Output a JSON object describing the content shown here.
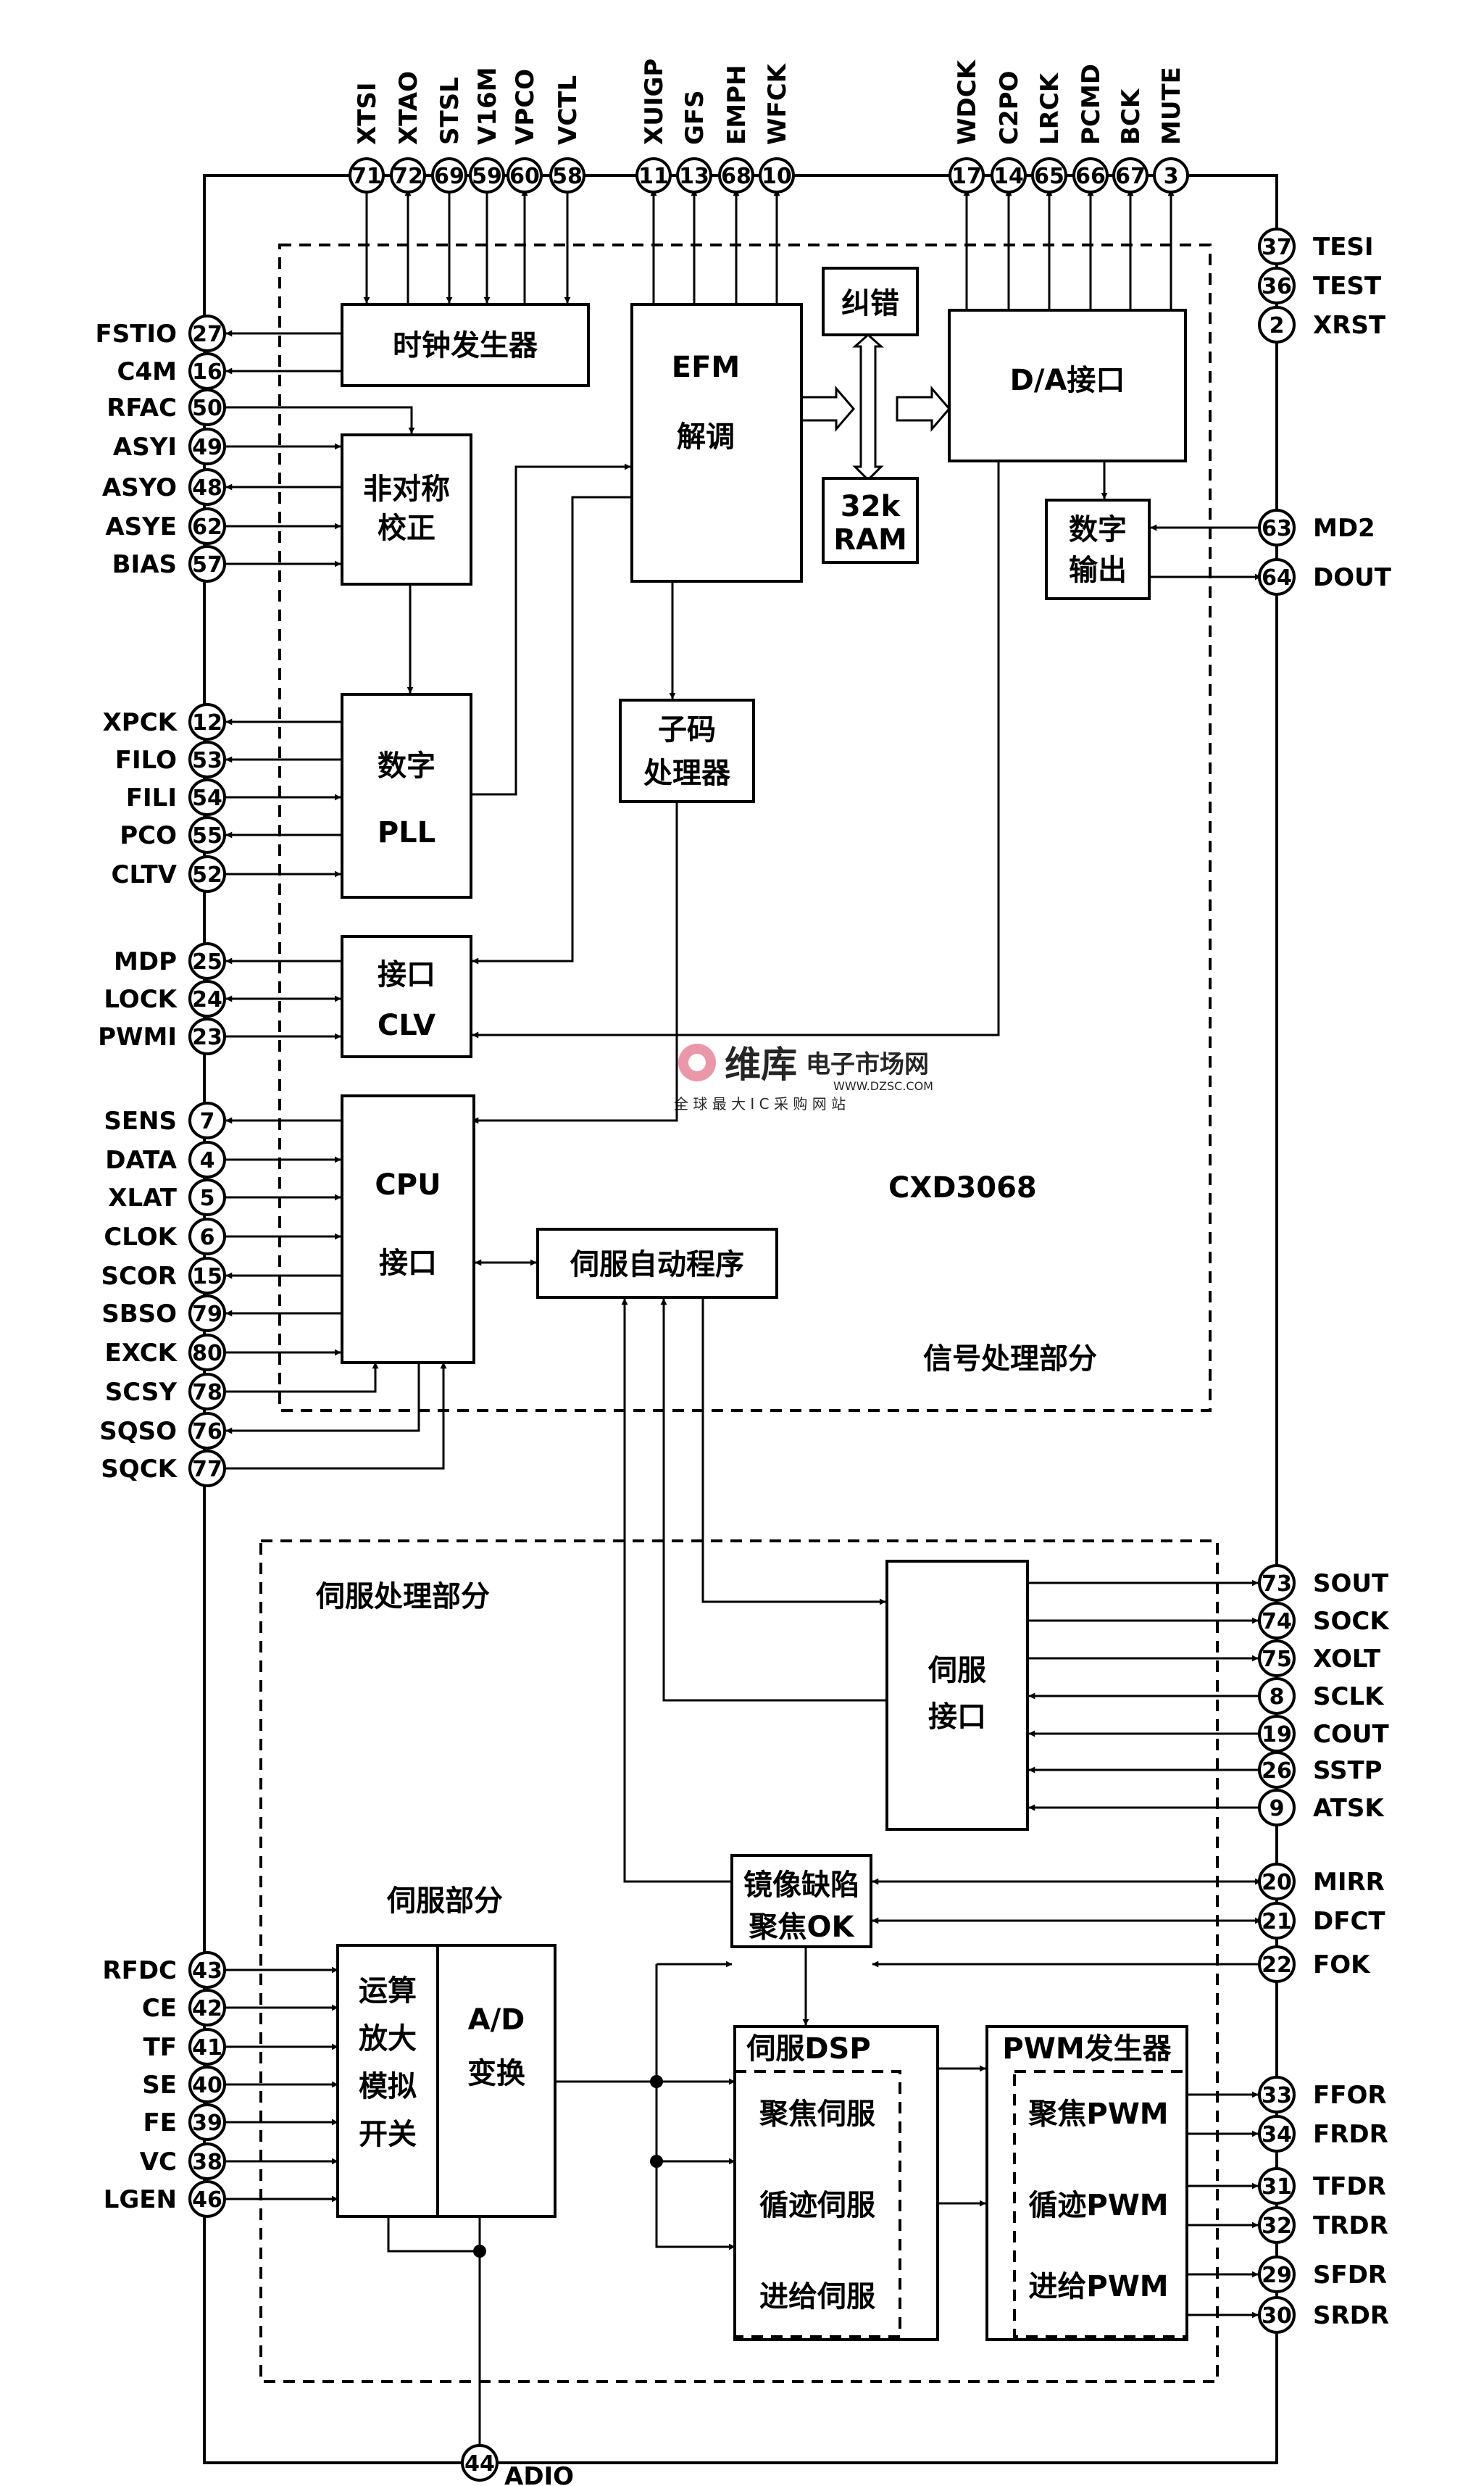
{
  "chip_name": "CXD3068",
  "sections": {
    "signal": "信号处理部分",
    "servo_processing": "伺服处理部分",
    "servo_part": "伺服部分"
  },
  "blocks": {
    "clock_gen": [
      "时钟发生器"
    ],
    "asym": [
      "非对称",
      "校正"
    ],
    "efm": [
      "EFM",
      "解调"
    ],
    "ecc": [
      "纠错"
    ],
    "ram": [
      "32k",
      "RAM"
    ],
    "da_if": [
      "D/A接口"
    ],
    "digital_out": [
      "数字",
      "输出"
    ],
    "pll": [
      "数字",
      "PLL"
    ],
    "subcode": [
      "子码",
      "处理器"
    ],
    "clv_if": [
      "接口",
      "CLV"
    ],
    "cpu_if": [
      "CPU",
      "接口"
    ],
    "servo_auto": [
      "伺服自动程序"
    ],
    "servo_if": [
      "伺服",
      "接口"
    ],
    "mirror": [
      "镜像缺陷",
      "聚焦OK"
    ],
    "opamp": [
      "运算",
      "放大",
      "模拟",
      "开关"
    ],
    "adc": [
      "A/D",
      "变换"
    ],
    "servo_dsp": [
      "伺服DSP"
    ],
    "focus_servo": [
      "聚焦伺服"
    ],
    "track_servo": [
      "循迹伺服"
    ],
    "feed_servo": [
      "进给伺服"
    ],
    "pwm_gen": [
      "PWM发生器"
    ],
    "focus_pwm": [
      "聚焦PWM"
    ],
    "track_pwm": [
      "循迹PWM"
    ],
    "feed_pwm": [
      "进给PWM"
    ]
  },
  "pins_top": [
    {
      "num": "71",
      "label": "XTSI"
    },
    {
      "num": "72",
      "label": "XTAO"
    },
    {
      "num": "69",
      "label": "STSL"
    },
    {
      "num": "59",
      "label": "V16M"
    },
    {
      "num": "60",
      "label": "VPCO"
    },
    {
      "num": "58",
      "label": "VCTL"
    },
    {
      "num": "11",
      "label": "XUIGP"
    },
    {
      "num": "13",
      "label": "GFS"
    },
    {
      "num": "68",
      "label": "EMPH"
    },
    {
      "num": "10",
      "label": "WFCK"
    },
    {
      "num": "17",
      "label": "WDCK"
    },
    {
      "num": "14",
      "label": "C2PO"
    },
    {
      "num": "65",
      "label": "LRCK"
    },
    {
      "num": "66",
      "label": "PCMD"
    },
    {
      "num": "67",
      "label": "BCK"
    },
    {
      "num": "3",
      "label": "MUTE"
    }
  ],
  "pins_left": [
    {
      "num": "27",
      "label": "FSTIO"
    },
    {
      "num": "16",
      "label": "C4M"
    },
    {
      "num": "50",
      "label": "RFAC"
    },
    {
      "num": "49",
      "label": "ASYI"
    },
    {
      "num": "48",
      "label": "ASYO"
    },
    {
      "num": "62",
      "label": "ASYE"
    },
    {
      "num": "57",
      "label": "BIAS"
    },
    {
      "num": "12",
      "label": "XPCK"
    },
    {
      "num": "53",
      "label": "FILO"
    },
    {
      "num": "54",
      "label": "FILI"
    },
    {
      "num": "55",
      "label": "PCO"
    },
    {
      "num": "52",
      "label": "CLTV"
    },
    {
      "num": "25",
      "label": "MDP"
    },
    {
      "num": "24",
      "label": "LOCK"
    },
    {
      "num": "23",
      "label": "PWMI"
    },
    {
      "num": "7",
      "label": "SENS"
    },
    {
      "num": "4",
      "label": "DATA"
    },
    {
      "num": "5",
      "label": "XLAT"
    },
    {
      "num": "6",
      "label": "CLOK"
    },
    {
      "num": "15",
      "label": "SCOR"
    },
    {
      "num": "79",
      "label": "SBSO"
    },
    {
      "num": "80",
      "label": "EXCK"
    },
    {
      "num": "78",
      "label": "SCSY"
    },
    {
      "num": "76",
      "label": "SQSO"
    },
    {
      "num": "77",
      "label": "SQCK"
    },
    {
      "num": "43",
      "label": "RFDC"
    },
    {
      "num": "42",
      "label": "CE"
    },
    {
      "num": "41",
      "label": "TF"
    },
    {
      "num": "40",
      "label": "SE"
    },
    {
      "num": "39",
      "label": "FE"
    },
    {
      "num": "38",
      "label": "VC"
    },
    {
      "num": "46",
      "label": "LGEN"
    }
  ],
  "pins_right": [
    {
      "num": "37",
      "label": "TESI"
    },
    {
      "num": "36",
      "label": "TEST"
    },
    {
      "num": "2",
      "label": "XRST"
    },
    {
      "num": "63",
      "label": "MD2"
    },
    {
      "num": "64",
      "label": "DOUT"
    },
    {
      "num": "73",
      "label": "SOUT"
    },
    {
      "num": "74",
      "label": "SOCK"
    },
    {
      "num": "75",
      "label": "XOLT"
    },
    {
      "num": "8",
      "label": "SCLK"
    },
    {
      "num": "19",
      "label": "COUT"
    },
    {
      "num": "26",
      "label": "SSTP"
    },
    {
      "num": "9",
      "label": "ATSK"
    },
    {
      "num": "20",
      "label": "MIRR"
    },
    {
      "num": "21",
      "label": "DFCT"
    },
    {
      "num": "22",
      "label": "FOK"
    },
    {
      "num": "33",
      "label": "FFOR"
    },
    {
      "num": "34",
      "label": "FRDR"
    },
    {
      "num": "31",
      "label": "TFDR"
    },
    {
      "num": "32",
      "label": "TRDR"
    },
    {
      "num": "29",
      "label": "SFDR"
    },
    {
      "num": "30",
      "label": "SRDR"
    }
  ],
  "pin_bottom": {
    "num": "44",
    "label": "ADIO"
  },
  "watermark": {
    "brand": "维库",
    "tagline": "电子市场网",
    "url": "WWW.DZSC.COM",
    "slogan": "全 球 最 大 I C 采 购 网 站"
  }
}
